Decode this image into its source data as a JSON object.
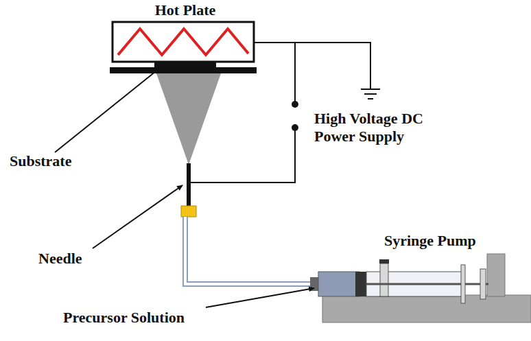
{
  "diagram": {
    "labels": [
      "Hot Plate",
      "Substrate",
      "High Voltage DC Power Supply",
      "Needle",
      "Syringe Pump",
      "Precursor Solution"
    ]
  }
}
